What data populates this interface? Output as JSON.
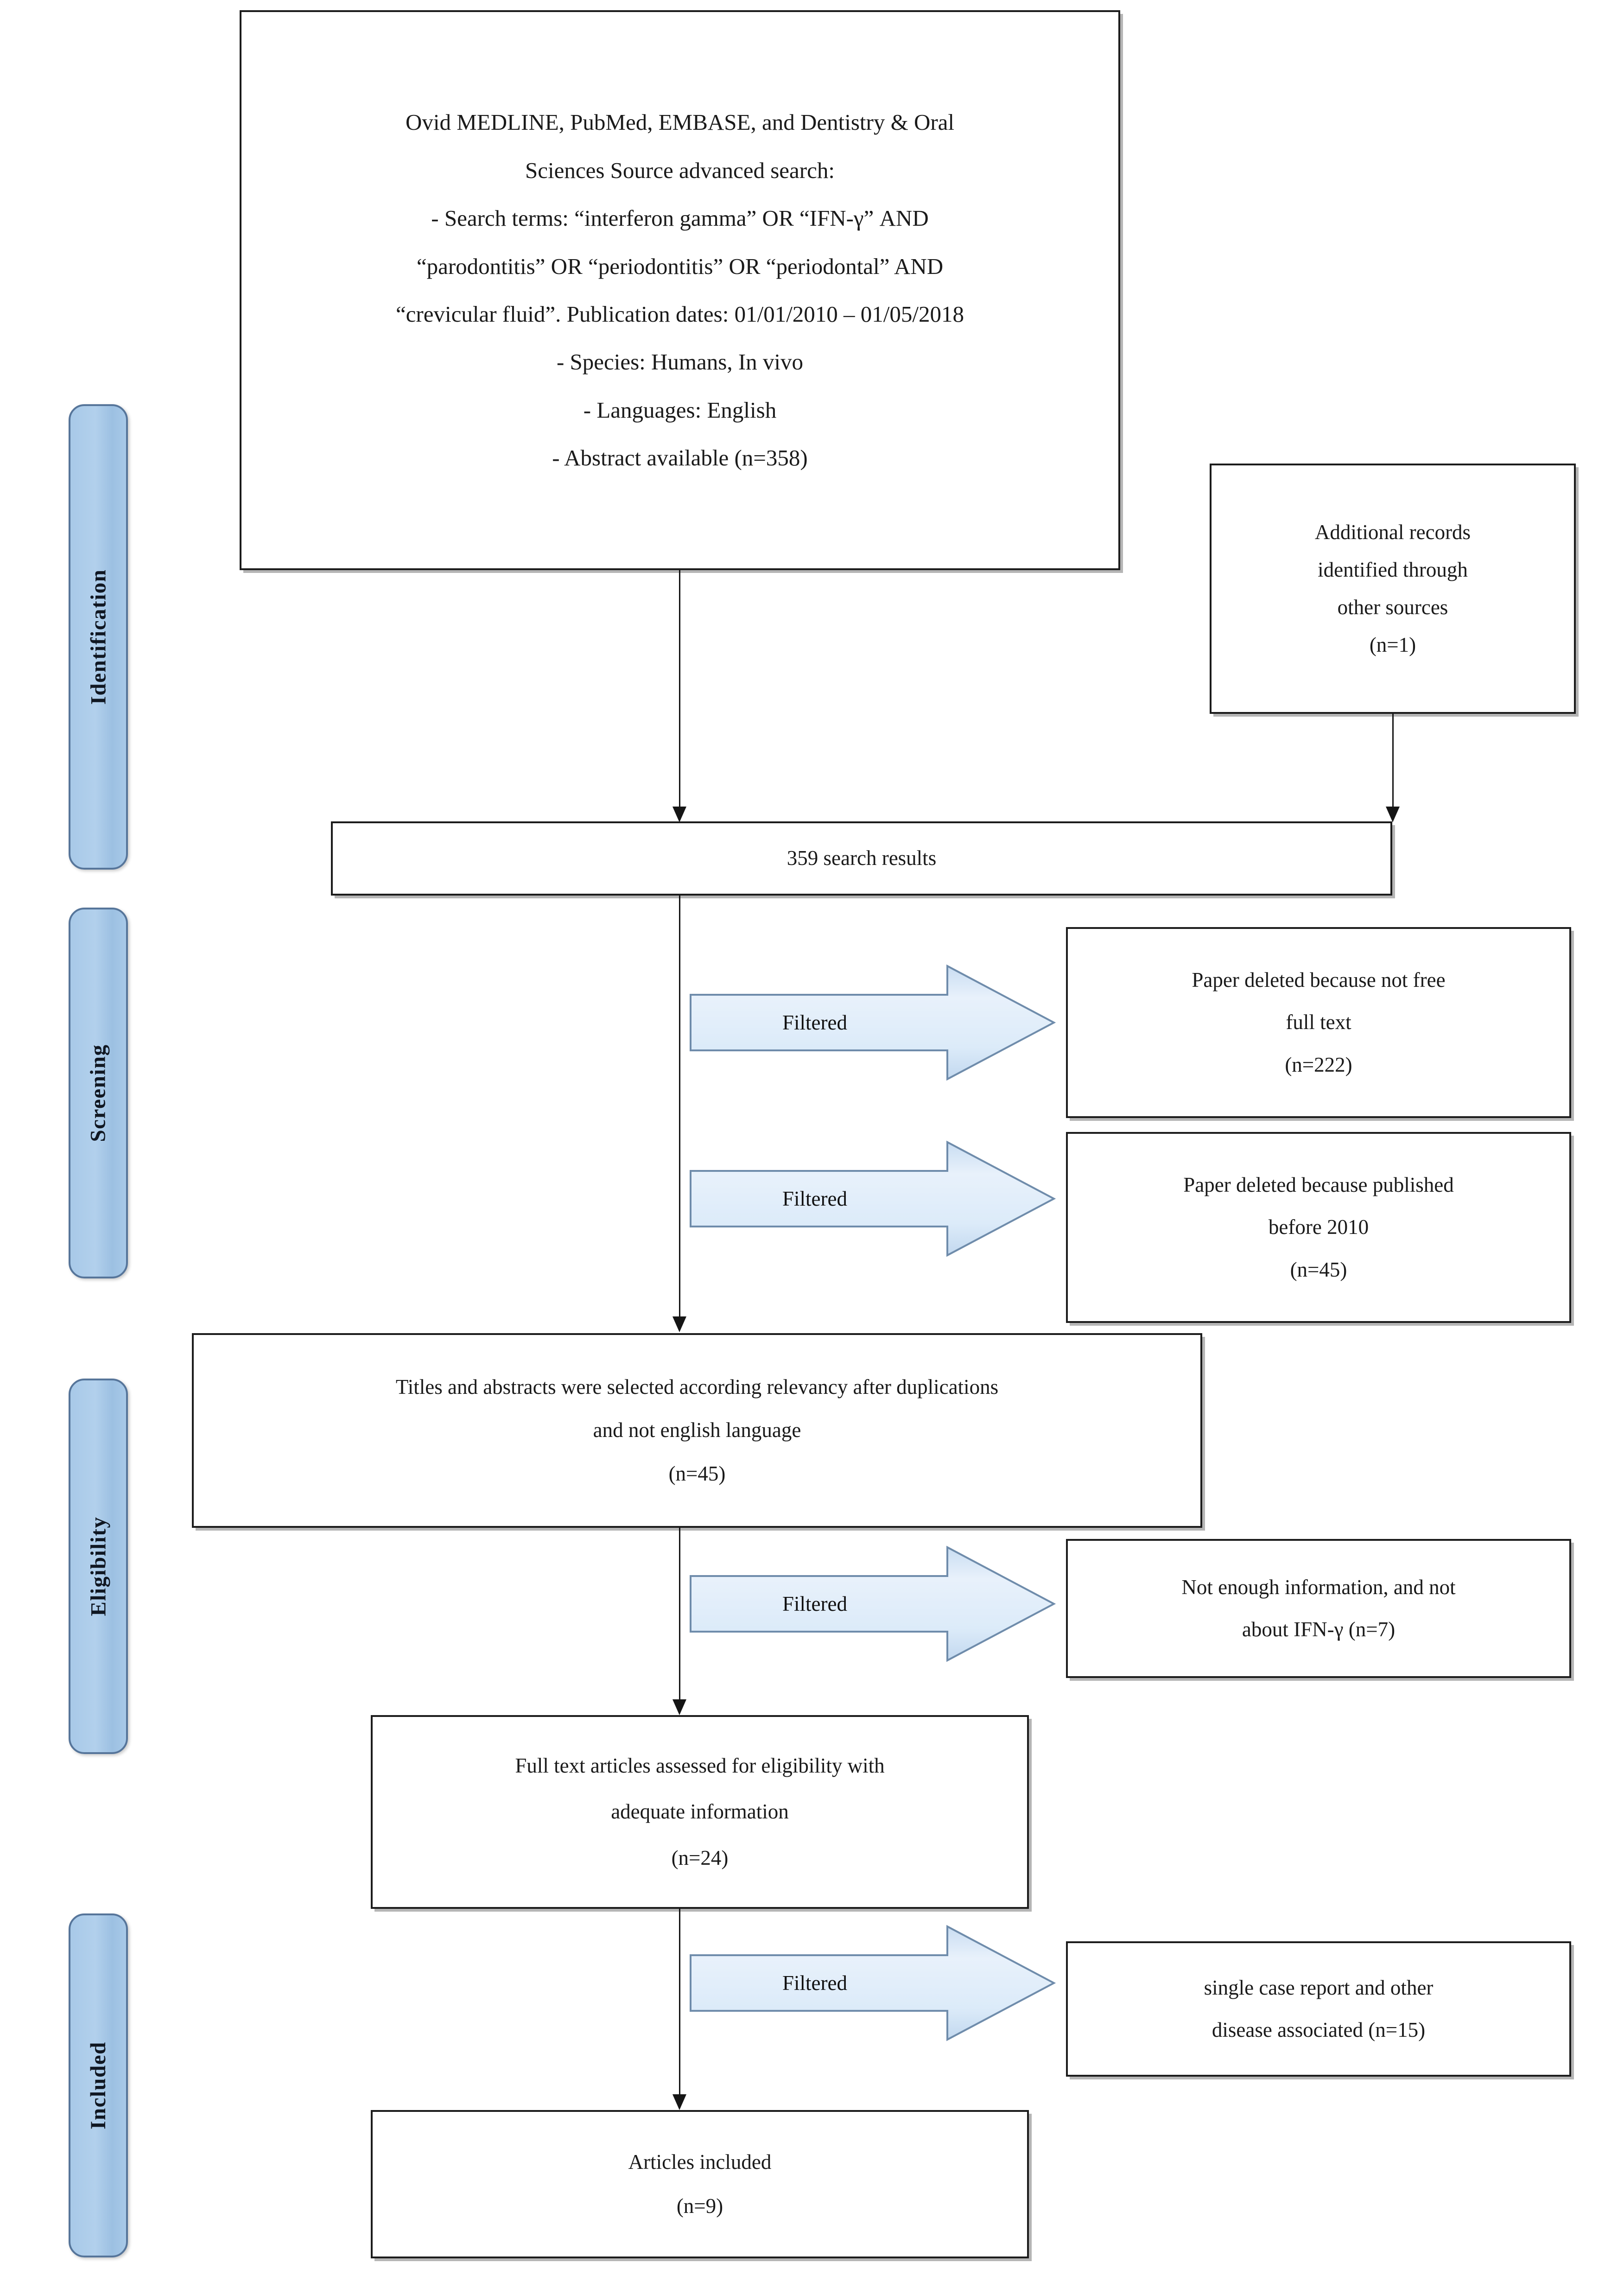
{
  "diagram": {
    "type": "prisma-flow-diagram",
    "title": "PRISMA study selection flow diagram"
  },
  "stages": [
    {
      "id": "identification",
      "label": "Identification"
    },
    {
      "id": "screening",
      "label": "Screening"
    },
    {
      "id": "eligibility",
      "label": "Eligibility"
    },
    {
      "id": "included",
      "label": "Included"
    }
  ],
  "search_box": {
    "lines": [
      "Ovid MEDLINE, PubMed, EMBASE, and Dentistry & Oral",
      "Sciences Source advanced search:",
      "- Search terms: “interferon gamma” OR “IFN-γ” AND",
      "“parodontitis” OR “periodontitis” OR “periodontal” AND",
      "“crevicular fluid”. Publication dates: 01/01/2010 – 01/05/2018",
      "- Species: Humans, In vivo",
      "- Languages: English",
      "- Abstract available (n=358)"
    ],
    "count": 358
  },
  "additional_records": {
    "lines": [
      "Additional records",
      "identified through",
      "other sources",
      "(n=1)"
    ],
    "count": 1
  },
  "results": {
    "lines": [
      "359 search results"
    ],
    "count": 359
  },
  "titles_abstracts": {
    "lines": [
      "Titles and abstracts were selected according relevancy after duplications",
      "and not english language",
      "(n=45)"
    ],
    "count": 45
  },
  "full_text": {
    "lines": [
      "Full text articles assessed for eligibility with",
      "adequate information",
      "(n=24)"
    ],
    "count": 24
  },
  "articles_included": {
    "lines": [
      "Articles included",
      "(n=9)"
    ],
    "count": 9
  },
  "filters": [
    {
      "id": "filter-1",
      "label": "Filtered"
    },
    {
      "id": "filter-2",
      "label": "Filtered"
    },
    {
      "id": "filter-3",
      "label": "Filtered"
    },
    {
      "id": "filter-4",
      "label": "Filtered"
    }
  ],
  "exclusions": [
    {
      "id": "excl-not-free-full-text",
      "lines": [
        "Paper deleted because not free",
        "full text",
        "(n=222)"
      ],
      "count": 222
    },
    {
      "id": "excl-before-2010",
      "lines": [
        "Paper deleted because published",
        "before 2010",
        "(n=45)"
      ],
      "count": 45
    },
    {
      "id": "excl-not-enough-info",
      "lines": [
        "Not enough information, and not",
        "about IFN-γ (n=7)"
      ],
      "count": 7
    },
    {
      "id": "excl-single-case-report",
      "lines": [
        "single case report and other",
        "disease associated (n=15)"
      ],
      "count": 15
    }
  ],
  "colors": {
    "stage_bar_fill": "#a8c9e8",
    "stage_bar_border": "#56759a",
    "arrow_fill_light": "#e4eefb",
    "arrow_fill_mid": "#cfe0f3",
    "arrow_border": "#6f8cab",
    "box_border": "#1c1c1c",
    "text": "#1a1a1a",
    "page_background": "#ffffff"
  }
}
